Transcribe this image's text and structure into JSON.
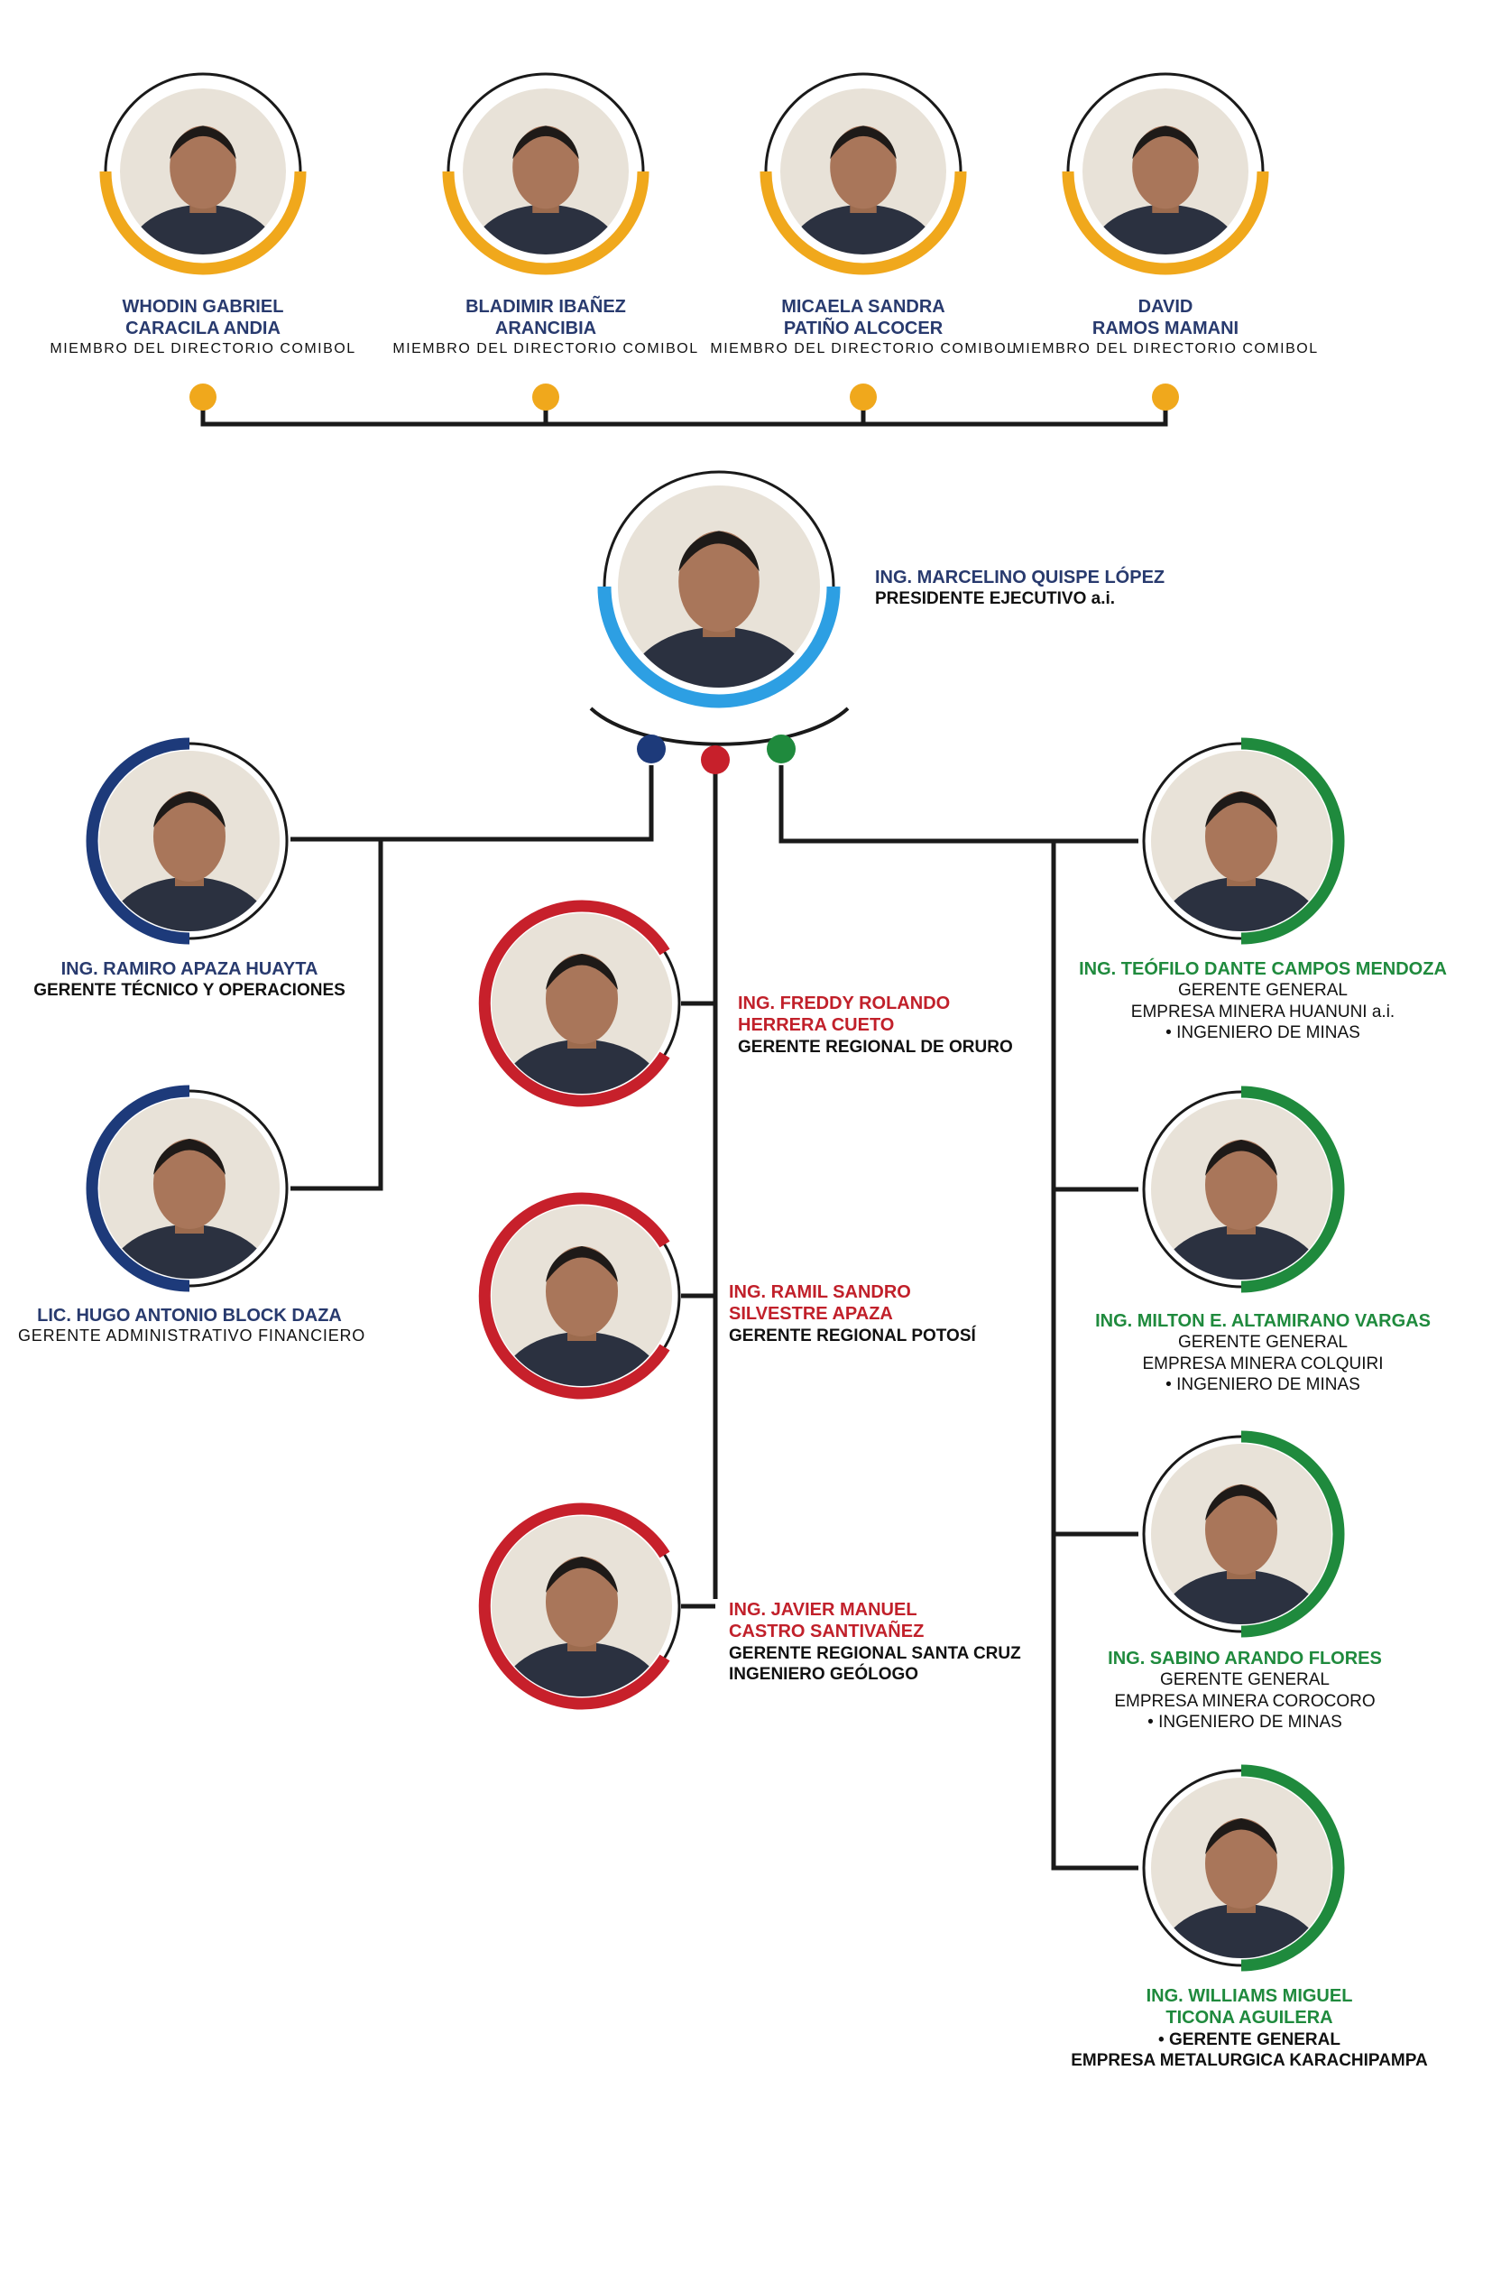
{
  "colors": {
    "gold": "#f0a81c",
    "navy": "#1d3a7a",
    "blue": "#2d9fe3",
    "red": "#c7202b",
    "green": "#1f8a3d",
    "line": "#1a1a1a"
  },
  "directorio": [
    {
      "name1": "WHODIN GABRIEL",
      "name2": "CARACILA ANDIA",
      "role": "MIEMBRO DEL DIRECTORIO COMIBOL"
    },
    {
      "name1": "BLADIMIR IBAÑEZ",
      "name2": "ARANCIBIA",
      "role": "MIEMBRO DEL DIRECTORIO COMIBOL"
    },
    {
      "name1": "MICAELA SANDRA",
      "name2": "PATIÑO ALCOCER",
      "role": "MIEMBRO DEL DIRECTORIO COMIBOL"
    },
    {
      "name1": "DAVID",
      "name2": "RAMOS MAMANI",
      "role": "MIEMBRO DEL DIRECTORIO COMIBOL"
    }
  ],
  "presidente": {
    "name": "ING. MARCELINO QUISPE LÓPEZ",
    "role": "PRESIDENTE EJECUTIVO a.i."
  },
  "gerentes_nacionales": [
    {
      "name": "ING. RAMIRO APAZA HUAYTA",
      "role": "GERENTE TÉCNICO Y OPERACIONES"
    },
    {
      "name": "LIC. HUGO ANTONIO BLOCK DAZA",
      "role": "GERENTE ADMINISTRATIVO FINANCIERO"
    }
  ],
  "gerentes_regionales": [
    {
      "name1": "ING. FREDDY ROLANDO",
      "name2": "HERRERA CUETO",
      "role1": "GERENTE REGIONAL DE ORURO",
      "role2": ""
    },
    {
      "name1": "ING. RAMIL SANDRO",
      "name2": "SILVESTRE APAZA",
      "role1": "GERENTE REGIONAL POTOSÍ",
      "role2": ""
    },
    {
      "name1": "ING. JAVIER MANUEL",
      "name2": "CASTRO SANTIVAÑEZ",
      "role1": "GERENTE REGIONAL SANTA CRUZ",
      "role2": "INGENIERO GEÓLOGO"
    }
  ],
  "empresas": [
    {
      "name": "ING. TEÓFILO DANTE CAMPOS MENDOZA",
      "role": "GERENTE GENERAL",
      "company": "EMPRESA MINERA HUANUNI a.i.",
      "profession": "•  INGENIERO DE MINAS"
    },
    {
      "name": "ING. MILTON E. ALTAMIRANO VARGAS",
      "role": "GERENTE GENERAL",
      "company": "EMPRESA MINERA COLQUIRI",
      "profession": "•  INGENIERO DE MINAS"
    },
    {
      "name": "ING. SABINO ARANDO FLORES",
      "role": "GERENTE GENERAL",
      "company": "EMPRESA MINERA COROCORO",
      "profession": "•  INGENIERO DE MINAS"
    }
  ],
  "karachipampa": {
    "name1": "ING. WILLIAMS MIGUEL",
    "name2": "TICONA AGUILERA",
    "role": "• GERENTE GENERAL",
    "company": "EMPRESA METALURGICA KARACHIPAMPA"
  },
  "icons": {
    "portrait": "person-portrait-icon",
    "node": "circle-node-icon"
  }
}
